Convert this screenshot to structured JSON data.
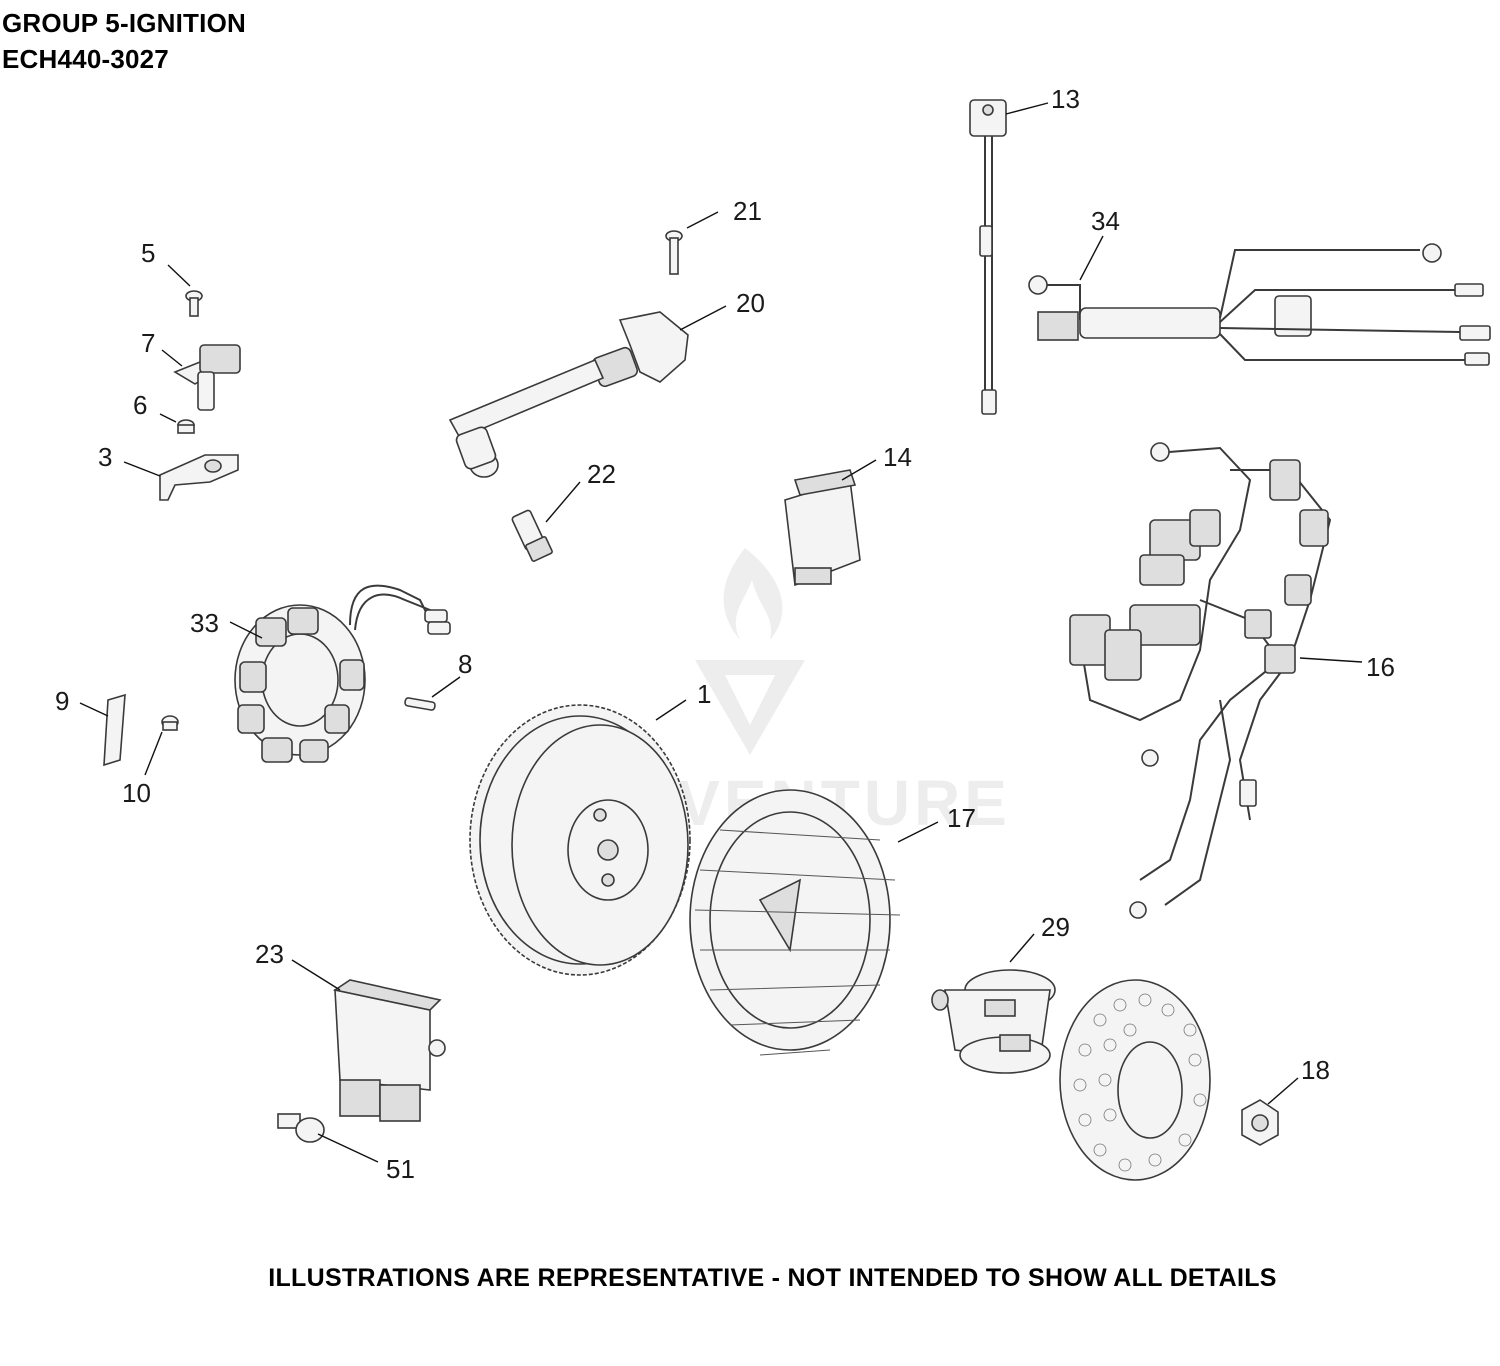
{
  "header": {
    "group": "GROUP 5-IGNITION",
    "model": "ECH440-3027"
  },
  "callouts": [
    "1",
    "3",
    "5",
    "6",
    "7",
    "8",
    "9",
    "10",
    "13",
    "14",
    "16",
    "17",
    "18",
    "20",
    "21",
    "22",
    "23",
    "29",
    "33",
    "34",
    "51"
  ],
  "watermark": {
    "text": "EADVENTURE"
  },
  "footer": {
    "note": "ILLUSTRATIONS ARE REPRESENTATIVE - NOT INTENDED TO SHOW ALL DETAILS"
  }
}
